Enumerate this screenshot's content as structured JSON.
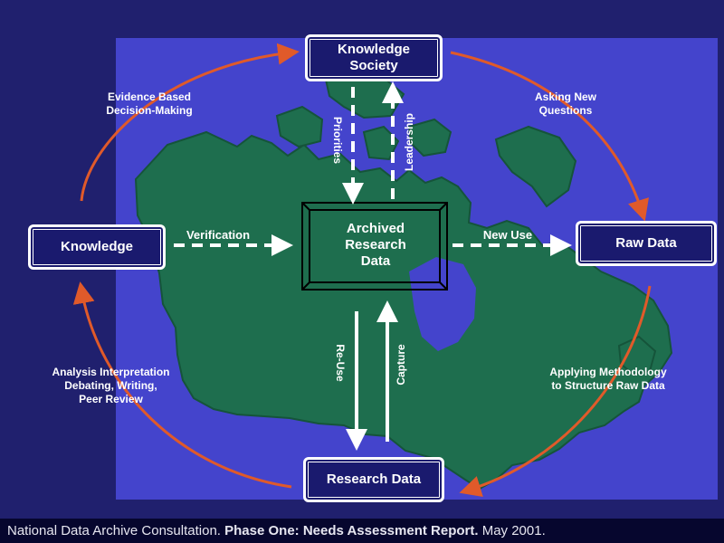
{
  "nodes": {
    "knowledge_society": "Knowledge\nSociety",
    "knowledge": "Knowledge",
    "raw_data": "Raw Data",
    "research_data": "Research Data",
    "archived": "Archived\nResearch\nData"
  },
  "labels": {
    "evidence": "Evidence Based\nDecision-Making",
    "asking": "Asking New\nQuestions",
    "analysis": "Analysis Interpretation\nDebating, Writing,\nPeer Review",
    "applying": "Applying Methodology\nto Structure Raw Data",
    "verification": "Verification",
    "new_use": "New Use",
    "priorities": "Priorities",
    "leadership": "Leadership",
    "reuse": "Re-Use",
    "capture": "Capture"
  },
  "caption": {
    "part1": "National Data Archive Consultation. ",
    "part2": "Phase One: Needs Assessment Report.",
    "part3": " May 2001."
  },
  "colors": {
    "background": "#20206e",
    "panel": "#4444cc",
    "land": "#1e6e4e",
    "cycle_arrow": "#e05a2a",
    "node_fill": "#1a1a6e",
    "caption_bg": "#06062e"
  }
}
